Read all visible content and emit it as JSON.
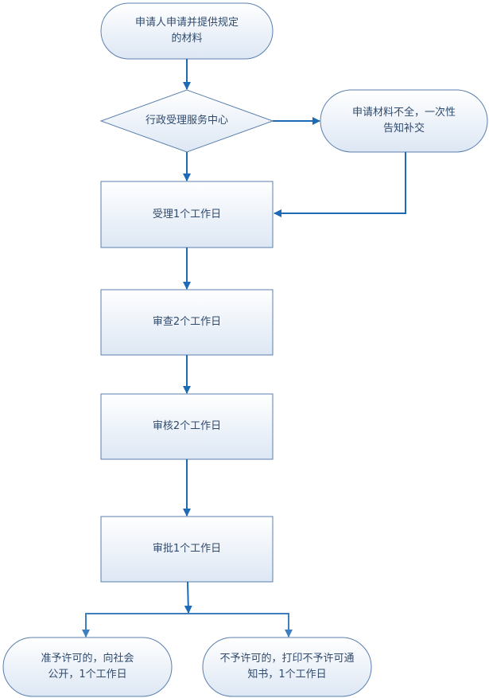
{
  "flowchart": {
    "start": "申请人申请并提供规定\n的材料",
    "decision": "行政受理服务中心",
    "incomplete": "申请材料不全，一次性\n告知补交",
    "step_accept": "受理1个工作日",
    "step_review": "审查2个工作日",
    "step_verify": "审核2个工作日",
    "step_approve": "审批1个工作日",
    "end_approved": "准予许可的，向社会\n公开，1个工作日",
    "end_rejected": "不予许可的，打印不予许可通\n知书，1个工作日"
  },
  "colors": {
    "fill": "#e4ecf6",
    "stroke": "#5a7fae",
    "arrow": "#1d6bb5",
    "text": "#2f4a6d"
  }
}
